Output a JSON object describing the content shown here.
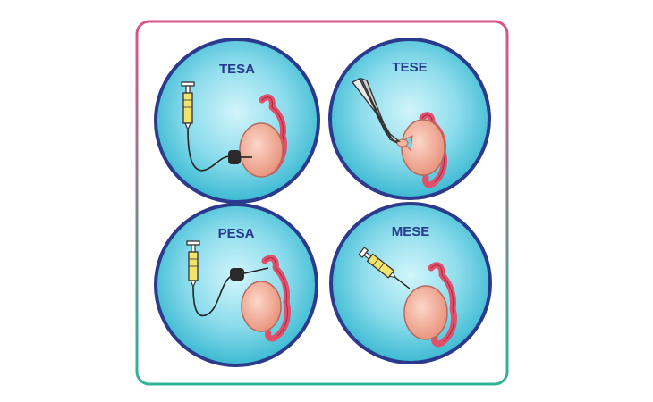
{
  "panels": [
    {
      "label": "TESA"
    },
    {
      "label": "TESE"
    },
    {
      "label": "PESA"
    },
    {
      "label": "MESE"
    }
  ],
  "colors": {
    "frame_top": "#d9558a",
    "frame_bottom": "#2fb39a",
    "circle_outer": "#2b3a8c",
    "circle_fill_light": "#c8f1f8",
    "circle_fill_dark": "#3fbdd4",
    "label": "#243a8c",
    "testis": "#f0a58e",
    "epididymis": "#e0506a",
    "syringe_fluid": "#f2e36b",
    "device": "#2a2a2a"
  }
}
